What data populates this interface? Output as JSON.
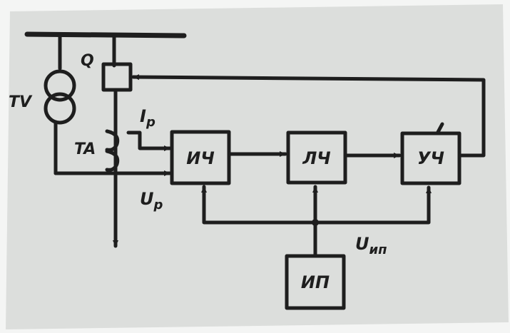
{
  "diagram": {
    "labels": {
      "q": "Q",
      "tv": "TV",
      "ta": "TA",
      "ip_current": "I",
      "ip_current_sub": "р",
      "up_voltage": "U",
      "up_voltage_sub": "р",
      "uip_voltage": "U",
      "uip_voltage_sub": "ип"
    },
    "blocks": {
      "ich": "ИЧ",
      "lch": "ЛЧ",
      "uch": "УЧ",
      "ip": "ИП"
    }
  },
  "colors": {
    "ink": "#1e1e1e",
    "paper": "#dfe1df",
    "background": "#f4f5f4"
  }
}
